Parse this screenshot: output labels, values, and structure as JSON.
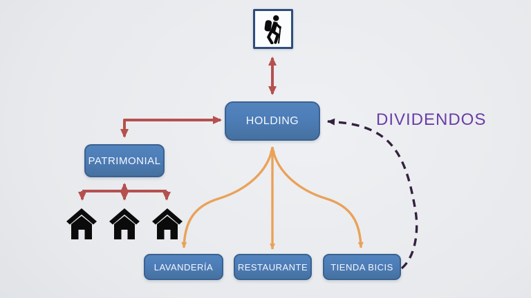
{
  "diagram": {
    "title": "holding-company-structure",
    "owner": {
      "icon": "hiker-icon"
    },
    "nodes": {
      "holding": {
        "label": "HOLDING"
      },
      "patrimonial": {
        "label": "PATRIMONIAL"
      },
      "lavanderia": {
        "label": "LAVANDERÍA"
      },
      "restaurante": {
        "label": "RESTAURANTE"
      },
      "tienda_bicis": {
        "label": "TIENDA BICIS"
      }
    },
    "properties": {
      "icon": "house-icon",
      "count": 3
    },
    "annotation": {
      "dividendos_label": "DIVIDENDOS"
    },
    "colors": {
      "node_fill": "#4d7db8",
      "node_border": "#3a6191",
      "node_text": "#f4f7fb",
      "ownership_arrow": "#b5504f",
      "flow_arrow": "#e9a258",
      "dividends_line": "#33213f",
      "dividends_text": "#6a3da6",
      "background_light": "#eff0f3",
      "background_dark": "#d9dce1",
      "icon_color": "#0b0b0c",
      "owner_box_border": "#2e4d7c",
      "owner_box_fill": "#fbfcfd"
    }
  }
}
